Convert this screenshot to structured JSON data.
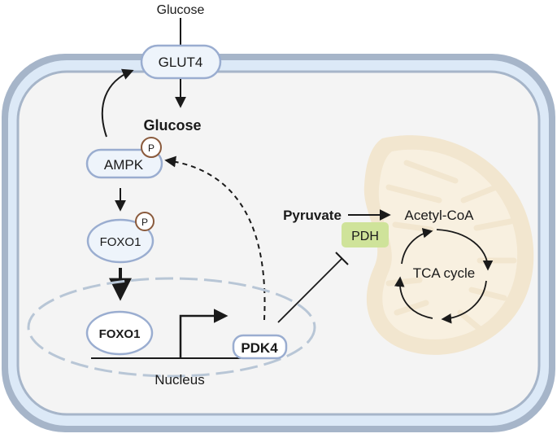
{
  "labels": {
    "glucose_outside": "Glucose",
    "glut4": "GLUT4",
    "glucose_inside": "Glucose",
    "ampk": "AMPK",
    "ampk_phospho": "P",
    "foxo1_cyto": "FOXO1",
    "foxo1_cyto_phospho": "P",
    "foxo1_nucleus": "FOXO1",
    "pdk4": "PDK4",
    "nucleus": "Nucleus",
    "pyruvate": "Pyruvate",
    "pdh": "PDH",
    "acetyl_coa": "Acetyl-CoA",
    "tca_cycle": "TCA cycle"
  },
  "colors": {
    "membrane_outer": "#a6b5c9",
    "membrane_fill": "#dce9f7",
    "cytoplasm": "#f4f4f4",
    "node_fill": "#eef4fb",
    "node_stroke": "#9aadd0",
    "phospho_stroke": "#8a5a3c",
    "nucleus_stroke": "#b8c6d6",
    "pdh_fill": "#cfe39a",
    "mito_fill": "#f2e6cf",
    "mito_inner": "#f8f0e0",
    "arrow": "#1a1a1a"
  }
}
